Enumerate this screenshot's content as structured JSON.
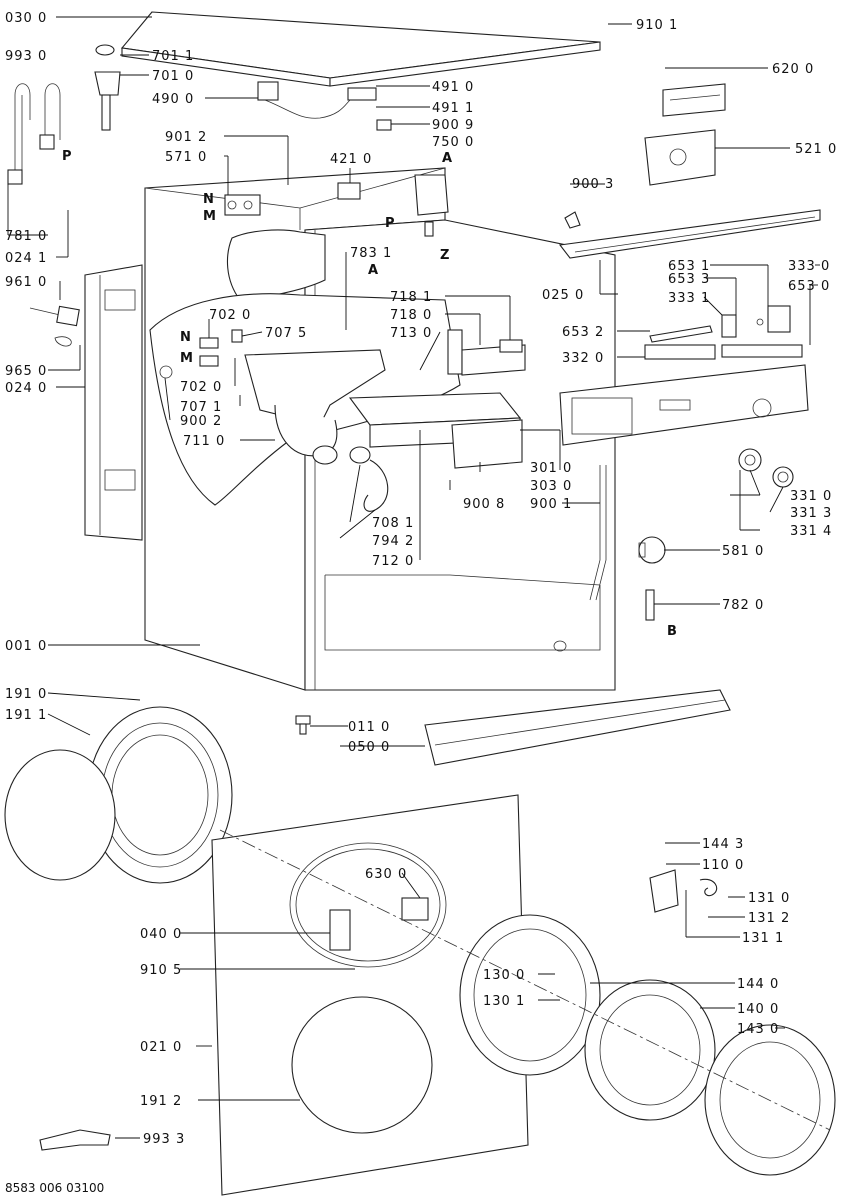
{
  "document_ref": "8583 006 03100",
  "callouts": [
    {
      "id": "c0300",
      "text": "030 0"
    },
    {
      "id": "c9101",
      "text": "910 1"
    },
    {
      "id": "c9930",
      "text": "993 0"
    },
    {
      "id": "c7011",
      "text": "701 1"
    },
    {
      "id": "c7010",
      "text": "701 0"
    },
    {
      "id": "c4900",
      "text": "490 0"
    },
    {
      "id": "c4910",
      "text": "491 0"
    },
    {
      "id": "c4911",
      "text": "491 1"
    },
    {
      "id": "c9009",
      "text": "900 9"
    },
    {
      "id": "c7500",
      "text": "750 0"
    },
    {
      "id": "c6200",
      "text": "620 0"
    },
    {
      "id": "c5210",
      "text": "521 0"
    },
    {
      "id": "c9012",
      "text": "901 2"
    },
    {
      "id": "c5710",
      "text": "571 0"
    },
    {
      "id": "c4210",
      "text": "421 0"
    },
    {
      "id": "c9003",
      "text": "900 3"
    },
    {
      "id": "c7810",
      "text": "781 0"
    },
    {
      "id": "c0241",
      "text": "024 1"
    },
    {
      "id": "c7831",
      "text": "783 1"
    },
    {
      "id": "c0250",
      "text": "025 0"
    },
    {
      "id": "c6531",
      "text": "653 1"
    },
    {
      "id": "c3330",
      "text": "333 0"
    },
    {
      "id": "c6533",
      "text": "653 3"
    },
    {
      "id": "c6530",
      "text": "653 0"
    },
    {
      "id": "c3331",
      "text": "333 1"
    },
    {
      "id": "c9610",
      "text": "961 0"
    },
    {
      "id": "c7181",
      "text": "718 1"
    },
    {
      "id": "c7180",
      "text": "718 0"
    },
    {
      "id": "c7130",
      "text": "713 0"
    },
    {
      "id": "c7020a",
      "text": "702 0"
    },
    {
      "id": "c7075",
      "text": "707 5"
    },
    {
      "id": "c6532",
      "text": "653 2"
    },
    {
      "id": "c3320",
      "text": "332 0"
    },
    {
      "id": "c9650",
      "text": "965 0"
    },
    {
      "id": "c0240",
      "text": "024 0"
    },
    {
      "id": "c7020b",
      "text": "702 0"
    },
    {
      "id": "c7071",
      "text": "707 1"
    },
    {
      "id": "c9002",
      "text": "900 2"
    },
    {
      "id": "c7110",
      "text": "711 0"
    },
    {
      "id": "c3010",
      "text": "301 0"
    },
    {
      "id": "c3030",
      "text": "303 0"
    },
    {
      "id": "c9008",
      "text": "900 8"
    },
    {
      "id": "c9001",
      "text": "900 1"
    },
    {
      "id": "c3310",
      "text": "331 0"
    },
    {
      "id": "c3313",
      "text": "331 3"
    },
    {
      "id": "c3314",
      "text": "331 4"
    },
    {
      "id": "c7081",
      "text": "708 1"
    },
    {
      "id": "c7942",
      "text": "794 2"
    },
    {
      "id": "c7120",
      "text": "712 0"
    },
    {
      "id": "c5810",
      "text": "581 0"
    },
    {
      "id": "c7820",
      "text": "782 0"
    },
    {
      "id": "c0010",
      "text": "001 0"
    },
    {
      "id": "c1910",
      "text": "191 0"
    },
    {
      "id": "c1911",
      "text": "191 1"
    },
    {
      "id": "c0110",
      "text": "011 0"
    },
    {
      "id": "c0500",
      "text": "050 0"
    },
    {
      "id": "c1443",
      "text": "144 3"
    },
    {
      "id": "c1100",
      "text": "110 0"
    },
    {
      "id": "c6300",
      "text": "630 0"
    },
    {
      "id": "c1310",
      "text": "131 0"
    },
    {
      "id": "c1312",
      "text": "131 2"
    },
    {
      "id": "c0400",
      "text": "040 0"
    },
    {
      "id": "c1311",
      "text": "131 1"
    },
    {
      "id": "c9105",
      "text": "910 5"
    },
    {
      "id": "c1300",
      "text": "130 0"
    },
    {
      "id": "c1440",
      "text": "144 0"
    },
    {
      "id": "c1301",
      "text": "130 1"
    },
    {
      "id": "c1400",
      "text": "140 0"
    },
    {
      "id": "c1430",
      "text": "143 0"
    },
    {
      "id": "c0210",
      "text": "021 0"
    },
    {
      "id": "c1912",
      "text": "191 2"
    },
    {
      "id": "c9933",
      "text": "993 3"
    }
  ],
  "letters": [
    {
      "id": "lP1",
      "text": "P"
    },
    {
      "id": "lA1",
      "text": "A"
    },
    {
      "id": "lN1",
      "text": "N"
    },
    {
      "id": "lM1",
      "text": "M"
    },
    {
      "id": "lP2",
      "text": "P"
    },
    {
      "id": "lZ",
      "text": "Z"
    },
    {
      "id": "lA2",
      "text": "A"
    },
    {
      "id": "lN2",
      "text": "N"
    },
    {
      "id": "lM2",
      "text": "M"
    },
    {
      "id": "lB",
      "text": "B"
    }
  ]
}
